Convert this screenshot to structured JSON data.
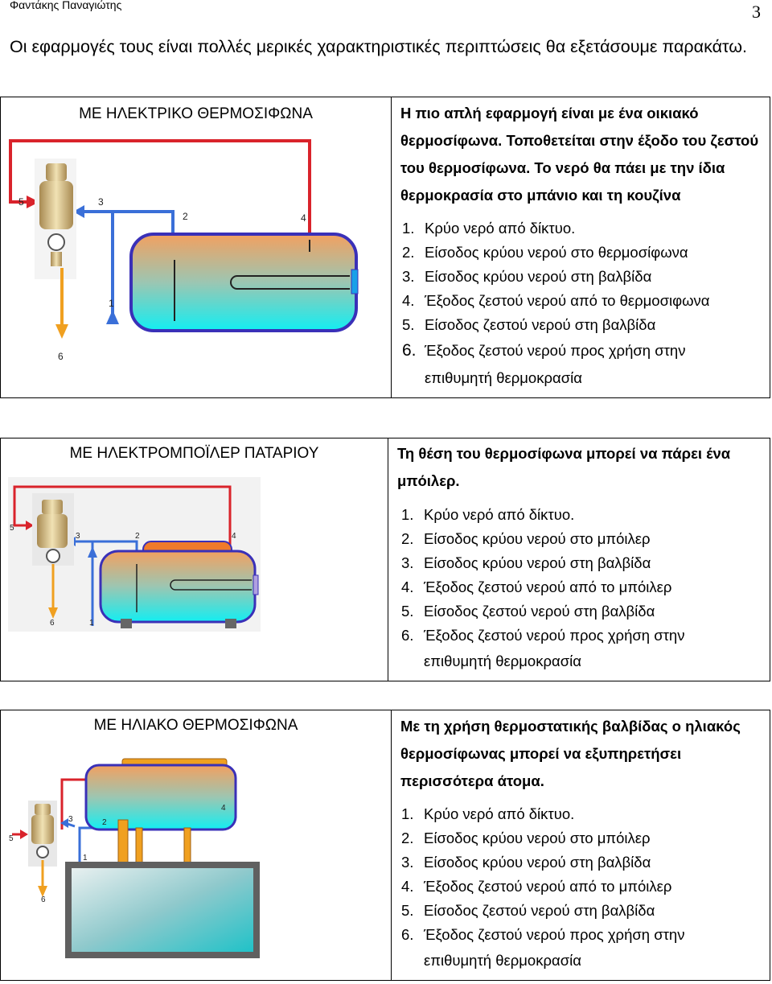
{
  "header": {
    "author": "Φαντάκης Παναγιώτης",
    "page_number": "3"
  },
  "intro": "Οι εφαρμογές τους είναι πολλές μερικές χαρακτηριστικές περιπτώσεις θα εξετάσουμε παρακάτω.",
  "sections": [
    {
      "title": "ΜΕ ΗΛΕΚΤΡΙΚΟ ΘΕΡΜΟΣΙΦΩΝΑ",
      "description": "Η πιο απλή εφαρμογή είναι με ένα οικιακό θερμοσίφωνα. Τοποθετείται στην έξοδο του ζεστού του θερμοσίφωνα. Το νερό θα πάει με την ίδια θερμοκρασία στο μπάνιο και τη κουζίνα",
      "items": [
        "Κρύο νερό από δίκτυο.",
        "Είσοδος κρύου νερού στο θερμοσίφωνα",
        "Είσοδος κρύου νερού στη βαλβίδα",
        "Έξοδος ζεστού νερού από το θερμοσιφωνα",
        "Είσοδος ζεστού νερού στη βαλβίδα",
        "Έξοδος ζεστού νερού προς χρήση στην"
      ],
      "item_continuation": "επιθυμητή θερμοκρασία",
      "diagram_labels": [
        "1",
        "2",
        "3",
        "4",
        "5",
        "6"
      ]
    },
    {
      "title": "ΜΕ ΗΛΕΚΤΡΟΜΠΟΪΛΕΡ ΠΑΤΑΡΙΟΥ",
      "description": "Τη θέση του θερμοσίφωνα μπορεί να πάρει ένα μπόιλερ.",
      "items": [
        "Κρύο νερό από δίκτυο.",
        "Είσοδος κρύου νερού στο μπόιλερ",
        "Είσοδος κρύου νερού στη βαλβίδα",
        "Έξοδος ζεστού νερού από το μπόιλερ",
        "Είσοδος ζεστού νερού στη βαλβίδα",
        "Έξοδος ζεστού νερού προς χρήση στην"
      ],
      "item_continuation": "επιθυμητή θερμοκρασία",
      "diagram_labels": [
        "1",
        "2",
        "3",
        "4",
        "5",
        "6"
      ]
    },
    {
      "title": "ΜΕ ΗΛΙΑΚΟ ΘΕΡΜΟΣΙΦΩΝΑ",
      "description": "Με τη χρήση θερμοστατικής βαλβίδας ο ηλιακός θερμοσίφωνας μπορεί να εξυπηρετήσει περισσότερα άτομα.",
      "items": [
        "Κρύο νερό από δίκτυο.",
        "Είσοδος κρύου νερού στο μπόιλερ",
        "Είσοδος κρύου νερού στη βαλβίδα",
        "Έξοδος ζεστού νερού από το μπόιλερ",
        "Είσοδος ζεστού νερού στη βαλβίδα",
        "Έξοδος ζεστού νερού προς χρήση στην"
      ],
      "item_continuation": "επιθυμητή θερμοκρασία",
      "diagram_labels": [
        "1",
        "2",
        "3",
        "4",
        "5",
        "6"
      ]
    }
  ],
  "colors": {
    "hot_pipe": "#d9232b",
    "cold_pipe": "#3a6fd8",
    "mixed_pipe": "#f0a020",
    "tank_border": "#3a30b8",
    "tank_top": "#f2a565",
    "tank_bottom": "#18e9f0"
  }
}
